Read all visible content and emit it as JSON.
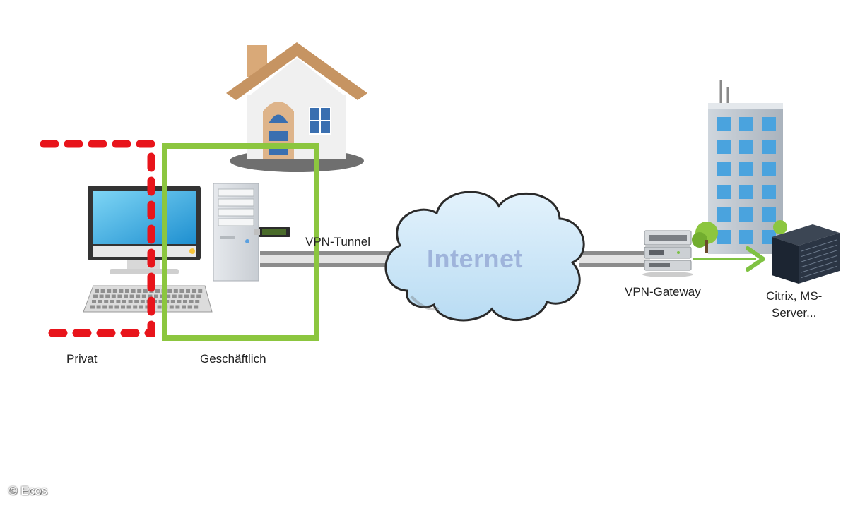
{
  "labels": {
    "privat": "Privat",
    "geschaeftlich": "Geschäftlich",
    "vpn_tunnel": "VPN-Tunnel",
    "internet": "Internet",
    "vpn_gateway": "VPN-Gateway",
    "server_line1": "Citrix, MS-",
    "server_line2": "Server..."
  },
  "copyright": "© Ecos",
  "colors": {
    "private_zone": "#e8141b",
    "business_zone": "#8cc63f",
    "tunnel": "#8c8c8c",
    "cloud_fill": "#c9e4f7",
    "internet_text": "#9fb4db",
    "arrow": "#7fc242"
  }
}
